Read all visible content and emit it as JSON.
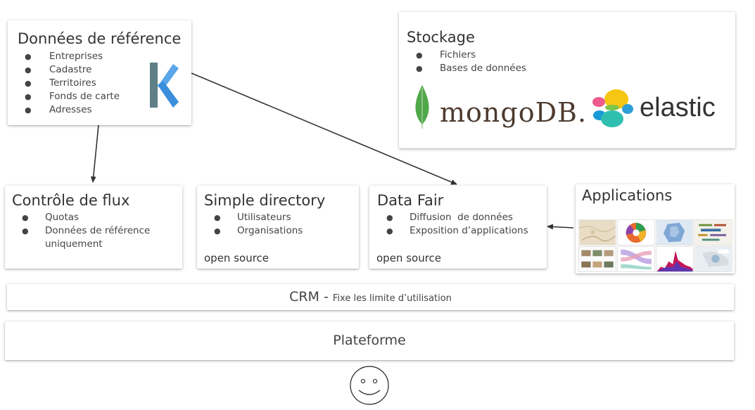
{
  "reference": {
    "title": "Données de référence",
    "items": [
      "Entreprises",
      "Cadastre",
      "Territoires",
      "Fonds de carte",
      "Adresses"
    ]
  },
  "storage": {
    "title": "Stockage",
    "items": [
      "Fichiers",
      "Bases de données"
    ],
    "mongo_logo": "mongoDB.",
    "elastic_logo": "elastic"
  },
  "flux": {
    "title": "Contrôle de flux",
    "items": [
      "Quotas",
      "Données de référence uniquement"
    ]
  },
  "directory": {
    "title": "Simple directory",
    "items": [
      "Utilisateurs",
      "Organisations"
    ],
    "footer": "open source"
  },
  "datafair": {
    "title": "Data Fair",
    "items": [
      "Diffusion  de données",
      "Exposition d’applications"
    ],
    "footer": "open source"
  },
  "applications": {
    "title": "Applications"
  },
  "crm": {
    "main": "CRM - ",
    "sub": "Fixe les limite d’utilisation"
  },
  "platform": {
    "label": "Plateforme"
  },
  "bullet_glyph": "●",
  "icons": [
    "koumoul-logo-icon",
    "mongodb-leaf-icon",
    "elastic-logo-icon",
    "smiley-face-icon"
  ],
  "colors": {
    "koumoul_blue": "#5aa6e8",
    "koumoul_dark": "#5e7f86",
    "mongo_green": "#4fa84a",
    "mongo_text": "#4d3b2f",
    "elastic_yellow": "#f5c612",
    "elastic_teal": "#2fbfb0",
    "elastic_pink": "#ee5b8e",
    "elastic_blue": "#1b9ad9",
    "arrow": "#333333"
  }
}
